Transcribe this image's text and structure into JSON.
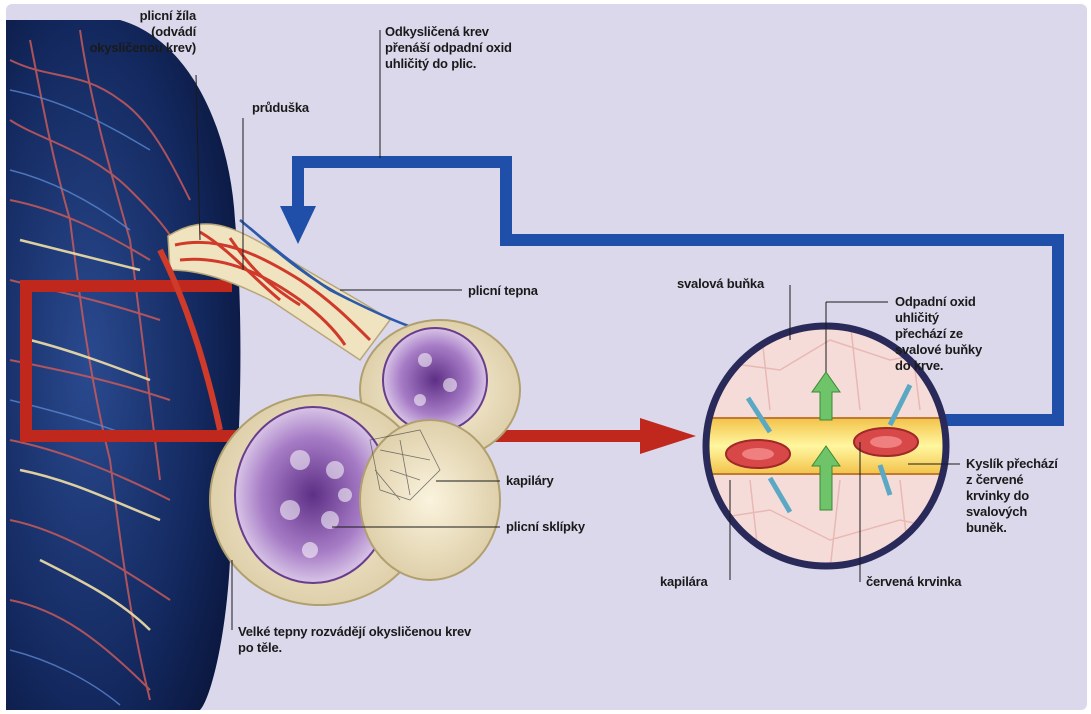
{
  "labels": {
    "plicni_zila": "plicní žíla\n(odvádí\nokysličenou krev)",
    "odkyslicena": "Odkysličená krev\npřenáší odpadní oxid\nuhličitý do plic.",
    "pruduska": "průduška",
    "plicni_tepna": "plicní tepna",
    "svalova_bunka": "svalová buňka",
    "odpadni_oxid": "Odpadní oxid\nuhličitý\npřechází ze\nsvalové buňky\ndo krve.",
    "kapilary": "kapiláry",
    "plicni_sklipky": "plicní sklípky",
    "kyslik": "Kyslík přechází\nz červené\nkrvinky do\nsvalových\nbuněk.",
    "kapilara": "kapilára",
    "cervena_krvinka": "červená krvinka",
    "velke_tepny": "Velké tepny rozvádějí okysličenou krev\npo těle."
  },
  "colors": {
    "background": "#dcd8ec",
    "oxygenated": "#c0281e",
    "deoxygenated": "#1f4fa8",
    "lung_dark": "#0e1f4d",
    "alveolus": "#8a5aa8",
    "cell": "#f6d8d6",
    "arrow_co2": "#6fc46a",
    "arrow_o2": "#7fc2d8"
  }
}
